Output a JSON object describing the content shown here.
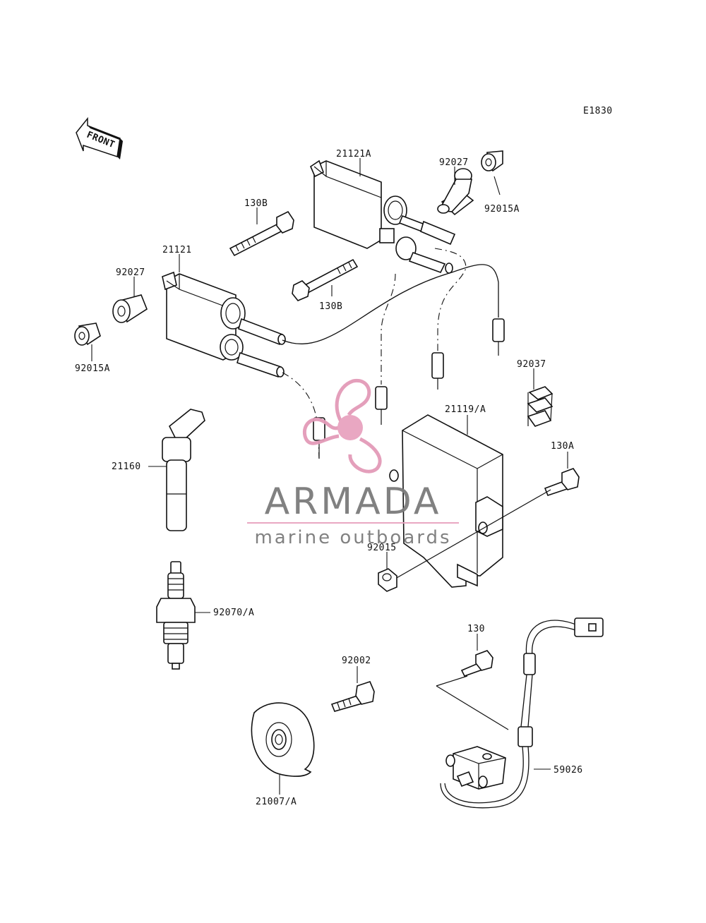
{
  "diagram_code": "E1830",
  "front_label": "FRONT",
  "labels": {
    "l21121A": "21121A",
    "l92027_top": "92027",
    "l92015A_top": "92015A",
    "l130B_top": "130B",
    "l21121": "21121",
    "l92027_left": "92027",
    "l130B_mid": "130B",
    "l92015A_left": "92015A",
    "l92037": "92037",
    "l21119A": "21119/A",
    "l21160": "21160",
    "l130A": "130A",
    "l92015": "92015",
    "l92070A": "92070/A",
    "l130": "130",
    "l92002": "92002",
    "l59026": "59026",
    "l21007A": "21007/A"
  },
  "watermark": {
    "brand": "ARMADA",
    "tagline": "marine outboards",
    "colors": {
      "pink": "#e8a3bf",
      "pink_dark": "#e39ab8",
      "grey": "#7b7b7b"
    }
  }
}
